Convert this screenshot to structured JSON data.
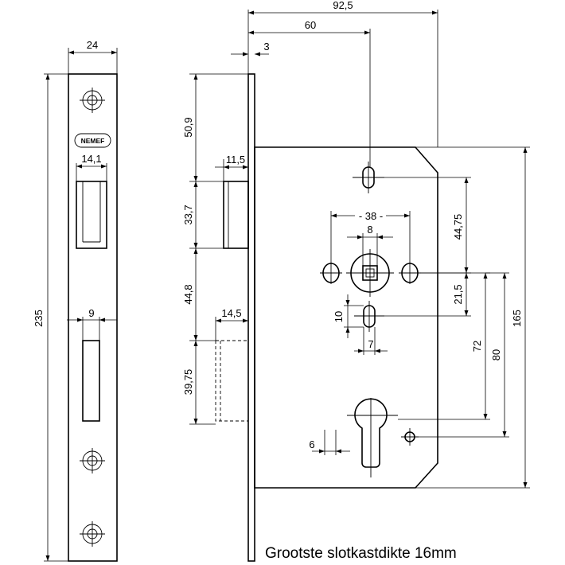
{
  "brand": "NEMEF",
  "caption": "Grootste slotkastdikte 16mm",
  "dimensions": {
    "width_total": "92,5",
    "backset": "60",
    "faceplate_thickness": "3",
    "faceplate_width": "24",
    "faceplate_height": "235",
    "latch_width": "14,1",
    "bolt_width": "9",
    "top_to_latch": "50,9",
    "latch_height": "33,7",
    "latch_to_bolt": "44,8",
    "bolt_height": "39,75",
    "latch_projection": "11,5",
    "bolt_projection": "14,5",
    "spindle_span": "38",
    "spindle_square": "8",
    "top_hole_to_spindle": "44,75",
    "spindle_to_middle_hole": "21,5",
    "slot_height": "10",
    "slot_width": "7",
    "spindle_to_cylinder_hole": "72",
    "spindle_to_cylinder": "80",
    "case_height": "165",
    "cylinder_hole_diameter": "6"
  }
}
